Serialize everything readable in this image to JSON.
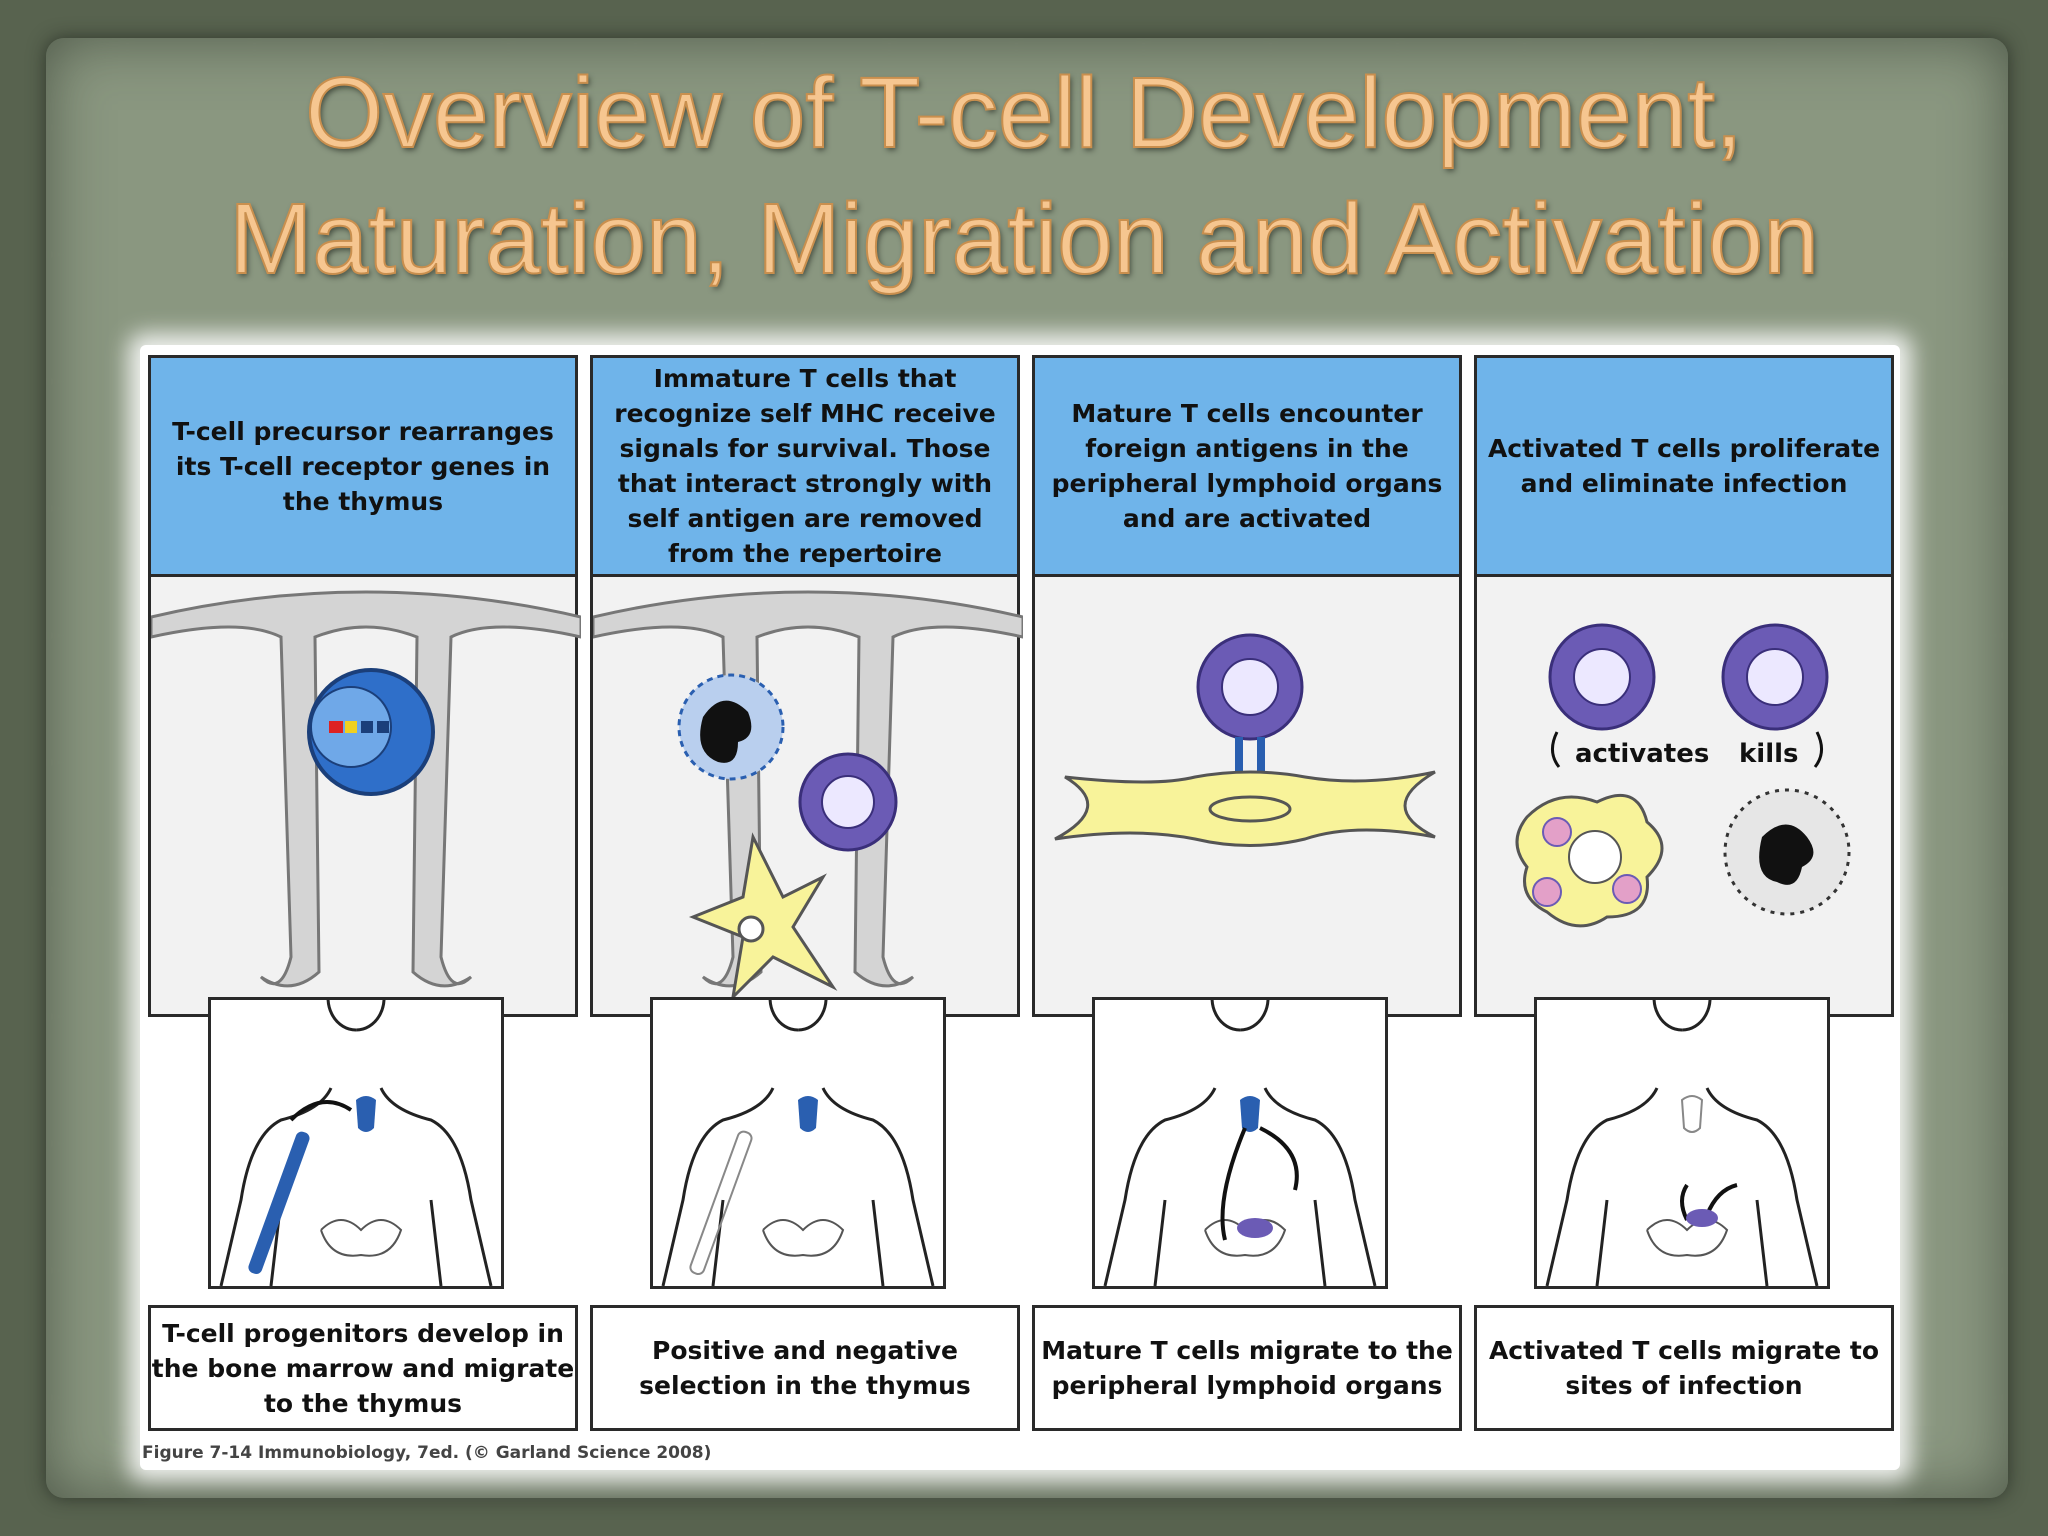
{
  "slide": {
    "title_line1": "Overview of T-cell Development,",
    "title_line2": "Maturation, Migration and Activation"
  },
  "panels": [
    {
      "header": "T-cell precursor rearranges its T-cell receptor genes in the thymus",
      "footer": "T-cell progenitors develop in the bone marrow and migrate to the thymus"
    },
    {
      "header": "Immature T cells that recognize self MHC receive signals for survival. Those that interact strongly with self antigen are removed from the repertoire",
      "footer": "Positive and negative selection in the thymus"
    },
    {
      "header": "Mature T cells encounter foreign antigens in the peripheral lymphoid organs and are activated",
      "footer": "Mature T cells migrate to the peripheral lymphoid organs"
    },
    {
      "header": "Activated T cells proliferate and eliminate infection",
      "footer": "Activated T cells migrate to sites of infection"
    }
  ],
  "labels": {
    "activates": "activates",
    "kills": "kills"
  },
  "caption": "Figure 7-14 Immunobiology, 7ed. (© Garland Science 2008)",
  "colors": {
    "header_blue": "#6fb4ea",
    "title_orange": "#f6c690",
    "tcell_purple": "#6b5bb5",
    "thymus_blue": "#2a5fb0",
    "dendritic_yellow": "#f8f39a"
  }
}
